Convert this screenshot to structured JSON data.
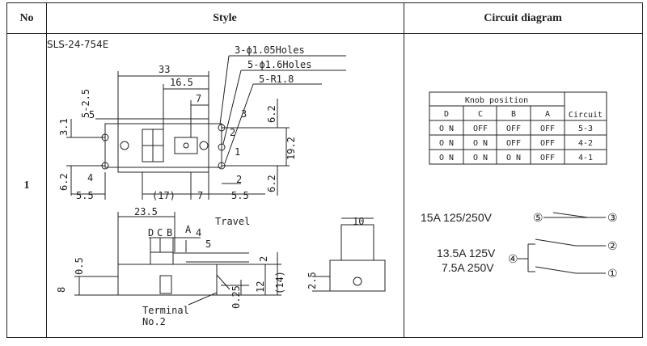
{
  "header": {
    "no": "No",
    "style": "Style",
    "circuit": "Circuit diagram"
  },
  "row": {
    "no": "1",
    "model": "SLS-24-754E",
    "drawing": {
      "callouts": [
        "3-ϕ1.05Holes",
        "5-ϕ1.6Holes",
        "5-R1.8"
      ],
      "dims": {
        "d33": "33",
        "d16_5": "16.5",
        "d7a": "7",
        "d5_2_5": "5-2.5",
        "d6_2a": "6.2",
        "d3_1": "3.1",
        "d19_2": "19.2",
        "d6_2b": "6.2",
        "d6_2c": "6.2",
        "d5_5a": "5.5",
        "d17": "(17)",
        "d7b": "7",
        "d2": "2",
        "d5_5b": "5.5",
        "d23_5": "23.5",
        "d4": "4",
        "d5": "5",
        "d0_5": "0.5",
        "d8": "8",
        "d2b": "2",
        "d0_25": "0.25",
        "d12": "12",
        "d14": "(14)",
        "d10": "10",
        "d2_5": "2.5"
      },
      "pins": [
        "5",
        "4",
        "3",
        "2",
        "1"
      ],
      "positions": [
        "D",
        "C",
        "B",
        "A"
      ],
      "travel": "Travel",
      "terminal_line1": "Terminal",
      "terminal_line2": "No.2"
    },
    "knob_table": {
      "group_header": "Knob position",
      "columns": [
        "D",
        "C",
        "B",
        "A"
      ],
      "circuit_header": "Circuit",
      "rows": [
        {
          "cells": [
            "O N",
            "OFF",
            "OFF",
            "OFF"
          ],
          "circuit": "5-3"
        },
        {
          "cells": [
            "O N",
            "O N",
            "OFF",
            "OFF"
          ],
          "circuit": "4-2"
        },
        {
          "cells": [
            "O N",
            "O N",
            "O N",
            "OFF"
          ],
          "circuit": "4-1"
        }
      ]
    },
    "circuit": {
      "rating1": "15A  125/250V",
      "rating2": "13.5A  125V",
      "rating3": "7.5A  250V",
      "nodes": [
        "⑤",
        "③",
        "④",
        "②",
        "①"
      ]
    }
  }
}
